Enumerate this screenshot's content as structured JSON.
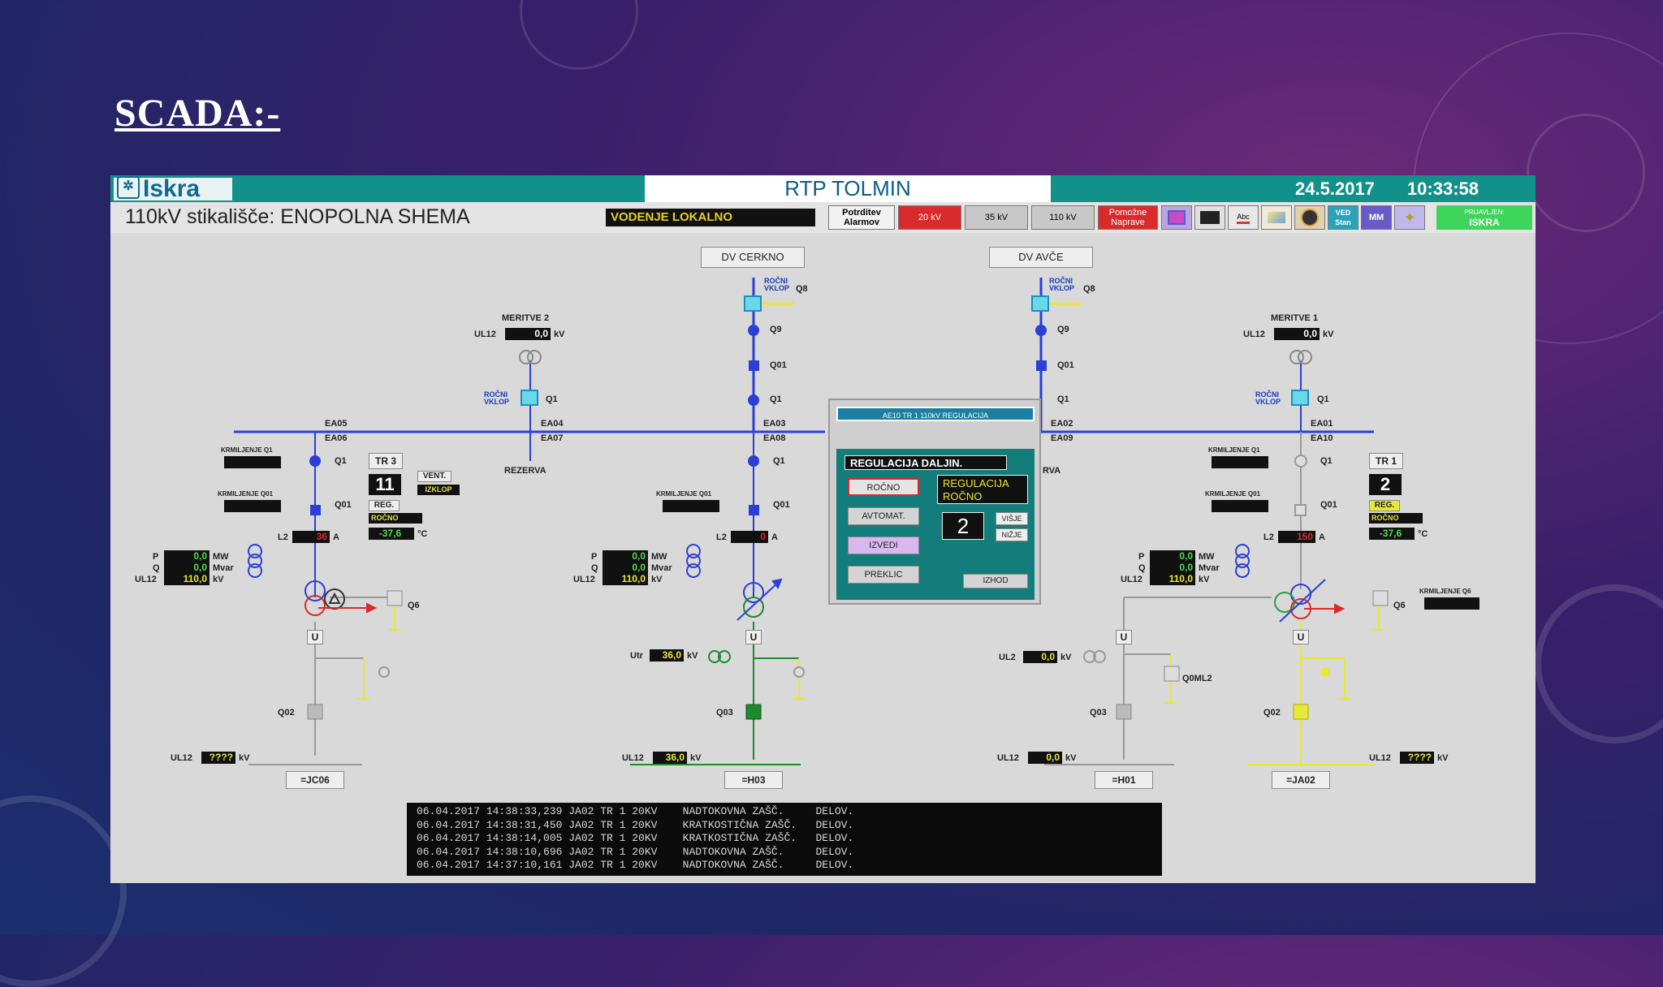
{
  "slide": {
    "title": "SCADA:-"
  },
  "app": {
    "logo": "Iskra",
    "station": "RTP TOLMIN",
    "date": "24.5.2017",
    "time": "10:33:58",
    "subtitle": "110kV stikališče: ENOPOLNA SHEMA",
    "mode": "VODENJE  LOKALNO"
  },
  "toolbar": {
    "ack_alarms": "Potrditev Alarmov",
    "kv20": "20 kV",
    "kv35": "35 kV",
    "kv110": "110 kV",
    "aux": "Pomožne Naprave",
    "login_label": "PRIJAVLJEN:",
    "login_user": "ISKRA",
    "icons": [
      "network-icon",
      "monitor-icon",
      "alarm-list-icon",
      "chart-icon",
      "person-icon",
      "ved-icon",
      "mm-icon",
      "help-icon"
    ],
    "ved_label": "VED Stan",
    "mm_label": "MM",
    "abc_label": "Abc"
  },
  "feeders": {
    "dv_cerkno": "DV CERKNO",
    "dv_avce": "DV AVČE",
    "meritve2": "MERITVE 2",
    "meritve1": "MERITVE 1",
    "rezerva": "REZERVA",
    "rezerva_partial": "RVA"
  },
  "labels": {
    "q8": "Q8",
    "q9": "Q9",
    "q01": "Q01",
    "q1": "Q1",
    "q6": "Q6",
    "q03": "Q03",
    "q02": "Q02",
    "q0ml2": "Q0ML2",
    "rocno_vklop": "ROČNI VKLOP",
    "ea05": "EA05",
    "ea06": "EA06",
    "ea04": "EA04",
    "ea07": "EA07",
    "ea03": "EA03",
    "ea08": "EA08",
    "ea02": "EA02",
    "ea09": "EA09",
    "ea01": "EA01",
    "ea10": "EA10",
    "ul12": "UL12",
    "ul2": "UL2",
    "utr": "Utr",
    "l2": "L2",
    "p": "P",
    "q": "Q",
    "kv": "kV",
    "a": "A",
    "mw": "MW",
    "mvar": "Mvar",
    "degc": "°C",
    "u": "U",
    "krmiljenje_q1": "KRMILJENJE Q1",
    "krmiljenje_q01": "KRMILJENJE Q01",
    "krmiljenje_q6": "KRMILJENJE Q6",
    "tr3": "TR 3",
    "tr1": "TR 1",
    "vent": "VENT.",
    "izklop": "IZKLOP",
    "reg": "REG.",
    "rocno": "ROČNO"
  },
  "measurements": {
    "meritve2_ul12": "0,0",
    "meritve1_ul12": "0,0",
    "tr3_tap": "11",
    "tr3_temp": "-37,6",
    "tr3_l2": "36",
    "tr3_p": "0,0",
    "tr3_q": "0,0",
    "tr3_ul12": "110,0",
    "tr2_l2": "0",
    "tr2_p": "0,0",
    "tr2_q": "0,0",
    "tr2_ul12": "110,0",
    "tr2_utr": "36,0",
    "tr2_out_ul12": "36,0",
    "tr1_tap": "2",
    "tr1_temp": "-37,6",
    "tr1_l2": "150",
    "tr1_p": "0,0",
    "tr1_q": "0,0",
    "tr1_ul12": "110,0",
    "avce_ul2": "0,0",
    "avce_ul12": "0,0",
    "jc06_ul12": "????",
    "ja02_ul12": "????"
  },
  "bays": {
    "jc06": "=JC06",
    "h03": "=H03",
    "h01": "=H01",
    "ja02": "=JA02"
  },
  "regulation": {
    "header": "AE10 TR 1 110kV  REGULACIJA",
    "title": "REGULACIJA  DALJIN.",
    "rocno": "ROČNO",
    "avtomat": "AVTOMAT.",
    "izvedi": "IZVEDI",
    "preklic": "PREKLIC",
    "status": "REGULACIJA ROČNO",
    "tap": "2",
    "visje": "VIŠJE",
    "nizje": "NIŽJE",
    "izhod": "IZHOD"
  },
  "event_log": [
    {
      "date": "06.04.2017",
      "time": "14:38:33,239",
      "bay": "JA02",
      "tr": "TR 1 20KV",
      "event": "NADTOKOVNA ZAŠČ.",
      "state": "DELOV."
    },
    {
      "date": "06.04.2017",
      "time": "14:38:31,450",
      "bay": "JA02",
      "tr": "TR 1 20KV",
      "event": "KRATKOSTIČNA ZAŠČ.",
      "state": "DELOV."
    },
    {
      "date": "06.04.2017",
      "time": "14:38:14,005",
      "bay": "JA02",
      "tr": "TR 1 20KV",
      "event": "KRATKOSTIČNA ZAŠČ.",
      "state": "DELOV."
    },
    {
      "date": "06.04.2017",
      "time": "14:38:10,696",
      "bay": "JA02",
      "tr": "TR 1 20KV",
      "event": "NADTOKOVNA ZAŠČ.",
      "state": "DELOV."
    },
    {
      "date": "06.04.2017",
      "time": "14:37:10,161",
      "bay": "JA02",
      "tr": "TR 1 20KV",
      "event": "NADTOKOVNA ZAŠČ.",
      "state": "DELOV."
    }
  ],
  "colors": {
    "busbar": "#2b3fd6",
    "teal": "#12918b",
    "alarm_red": "#d92b2b",
    "energized_green": "#1d8a2c",
    "yellow": "#e8e838",
    "selected_cyan": "#6ad8ea"
  }
}
